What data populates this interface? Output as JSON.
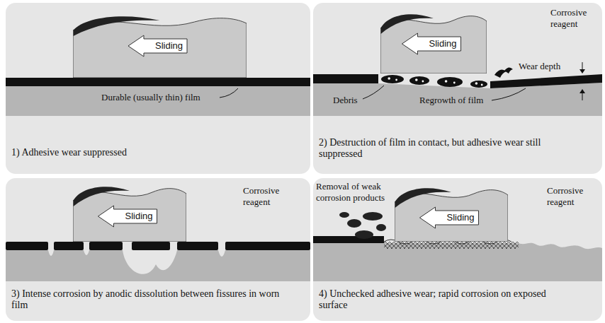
{
  "diagram": {
    "nodes": [
      {
        "text": [
          "1) Adhesive wear suppressed"
        ]
      },
      {
        "text": [
          "Sliding"
        ],
        "in": 0
      },
      {
        "text": [
          "2) Destruction of film in contact, but adhesive wear still suppressed"
        ]
      },
      {
        "text": [
          "Sliding"
        ],
        "in": 2
      },
      {
        "text": [
          "3) Intense corrosion by anodic dissolution between fissures in worn film"
        ]
      },
      {
        "text": [
          "Sliding"
        ],
        "in": 4
      },
      {
        "text": [
          "4) Unchecked adhesive wear; rapid corrosion on exposed surface"
        ]
      },
      {
        "text": [
          "Sliding"
        ],
        "in": 6
      }
    ],
    "labels": [
      "Durable (usually thin) film",
      "Corrosive reagent",
      "Wear depth",
      "Debris",
      "Regrowth of film",
      "Corrosive reagent",
      "Removal of weak corrosion products",
      "Corrosive reagent"
    ]
  }
}
